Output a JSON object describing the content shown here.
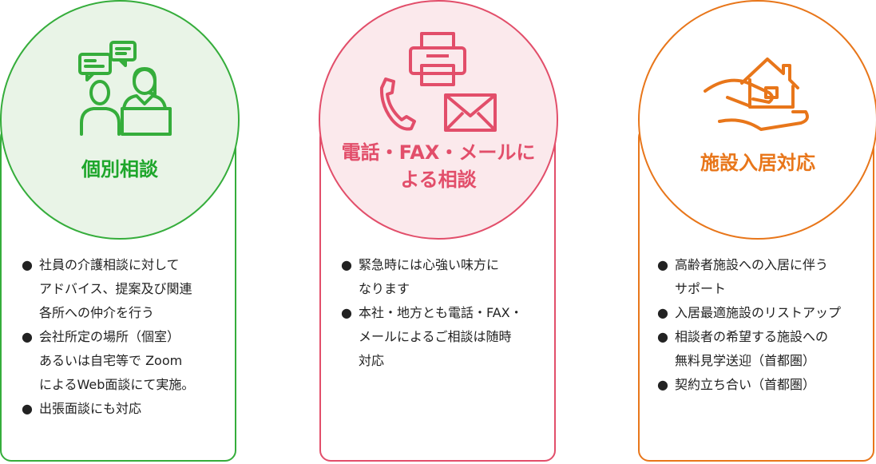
{
  "colors": {
    "green": "#35ad3b",
    "pink": "#e24e6a",
    "orange": "#e8761a"
  },
  "cards": [
    {
      "title": "個別相談",
      "icon": "consultation-chat-icon",
      "items": [
        {
          "lines": [
            "社員の介護相談に対して",
            "アドバイス、提案及び関連",
            "各所への仲介を行う"
          ]
        },
        {
          "lines": [
            "会社所定の場所（個室）",
            "あるいは自宅等で Zoom",
            "によるWeb面談にて実施。"
          ]
        },
        {
          "lines": [
            "出張面談にも対応"
          ]
        }
      ]
    },
    {
      "title_lines": [
        "電話・FAX・メールに",
        "よる相談"
      ],
      "icons": [
        "printer-icon",
        "phone-icon",
        "envelope-icon"
      ],
      "items": [
        {
          "lines": [
            "緊急時には心強い味方に",
            "なります"
          ]
        },
        {
          "lines": [
            "本社・地方とも電話・FAX・",
            "メールによるご相談は随時",
            "対応"
          ]
        }
      ]
    },
    {
      "title": "施設入居対応",
      "icon": "hand-house-icon",
      "items": [
        {
          "lines": [
            "高齢者施設への入居に伴う",
            "サポート"
          ]
        },
        {
          "lines": [
            "入居最適施設のリストアップ"
          ]
        },
        {
          "lines": [
            "相談者の希望する施設への",
            "無料見学送迎（首都圏）"
          ]
        },
        {
          "lines": [
            "契約立ち合い（首都圏）"
          ]
        }
      ]
    }
  ]
}
